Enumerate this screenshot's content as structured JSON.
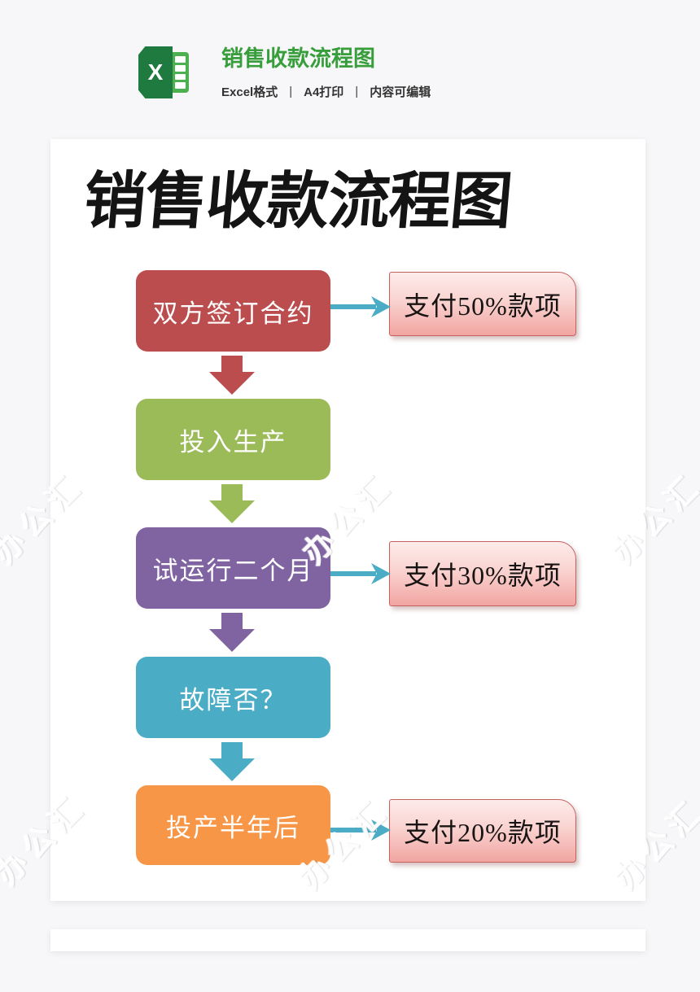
{
  "header": {
    "icon_label": "X",
    "title": "销售收款流程图",
    "meta": {
      "format": "Excel格式",
      "sep": "|",
      "print": "A4打印",
      "editable": "内容可编辑"
    }
  },
  "document": {
    "title": "销售收款流程图"
  },
  "flow": {
    "steps": [
      {
        "label": "双方签订合约",
        "color": "#bc4d4e"
      },
      {
        "label": "投入生产",
        "color": "#9bbb59"
      },
      {
        "label": "试运行二个月",
        "color": "#8064a2"
      },
      {
        "label": "故障否？",
        "color": "#4bacc6"
      },
      {
        "label": "投产半年后",
        "color": "#f79646"
      }
    ],
    "down_connectors": [
      {
        "from": "双方签订合约",
        "to": "投入生产",
        "color": "#bc4d4e"
      },
      {
        "from": "投入生产",
        "to": "试运行二个月",
        "color": "#9bbb59"
      },
      {
        "from": "试运行二个月",
        "to": "故障否？",
        "color": "#8064a2"
      },
      {
        "from": "故障否？",
        "to": "投产半年后",
        "color": "#4bacc6"
      }
    ],
    "payments": [
      {
        "label": "支付50%款项"
      },
      {
        "label": "支付30%款项"
      },
      {
        "label": "支付20%款项"
      }
    ],
    "side_connector_color": "#4bacc6"
  },
  "watermark": {
    "text": "办公汇"
  },
  "colors": {
    "page_background": "#f7f7f9",
    "card_background": "#ffffff",
    "header_title_green": "#389e3c",
    "excel_dark_green": "#1f7a3f",
    "excel_light_green": "#4caf50",
    "payment_box_top": "#fdecea",
    "payment_box_bottom": "#f1a5a1",
    "payment_box_border": "#c4615e",
    "doc_title_color": "#141414"
  }
}
